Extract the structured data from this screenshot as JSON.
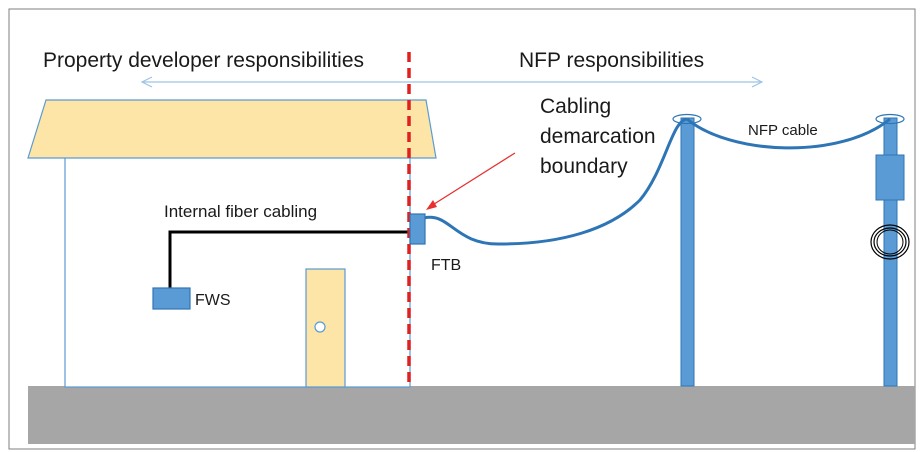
{
  "labels": {
    "developer_responsibilities": "Property developer responsibilities",
    "nfp_responsibilities": "NFP responsibilities",
    "demarcation_line1": "Cabling",
    "demarcation_line2": "demarcation",
    "demarcation_line3": "boundary",
    "nfp_cable": "NFP cable",
    "internal_cabling": "Internal fiber cabling",
    "ftb": "FTB",
    "fws": "FWS"
  },
  "colors": {
    "roof": "#FCE5A6",
    "door": "#FCE5A6",
    "ground": "#A6A6A6",
    "pole": "#5B9BD5",
    "cable": "#2E75B6",
    "demarcation": "#E02020",
    "arrow": "#9DC3E6",
    "pointer": "#E83030"
  }
}
